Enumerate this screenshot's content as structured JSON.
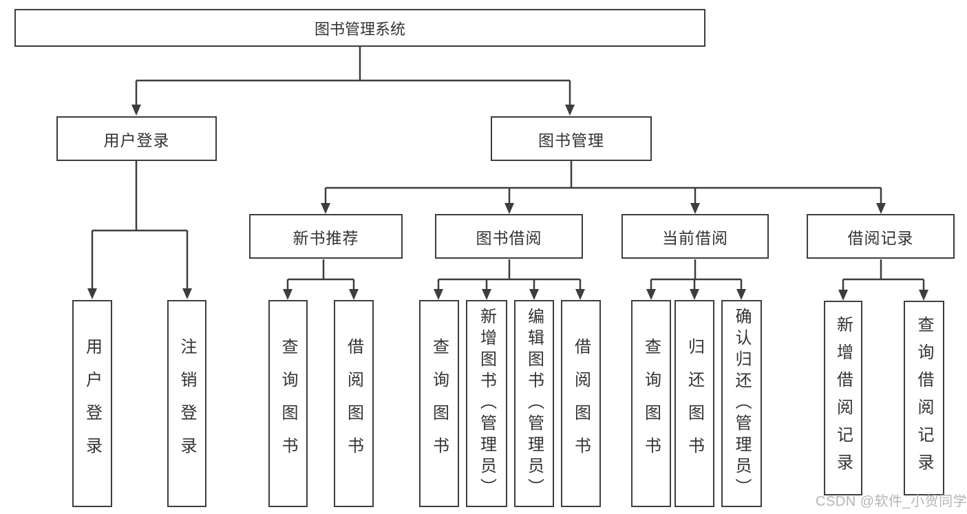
{
  "diagram": {
    "root": "图书管理系统",
    "level2": {
      "user_login": "用户登录",
      "book_mgmt": "图书管理"
    },
    "level3": {
      "new_book": "新书推荐",
      "book_borrow": "图书借阅",
      "current_borrow": "当前借阅",
      "borrow_records": "借阅记录"
    },
    "leaves": {
      "login": [
        "用户登录",
        "注销登录"
      ],
      "new_book": [
        "查询图书",
        "借阅图书"
      ],
      "book_borrow": [
        "查询图书",
        "新增图书（管理员）",
        "编辑图书（管理员）",
        "借阅图书"
      ],
      "current_borrow": [
        "查询图书",
        "归还图书",
        "确认归还（管理员）"
      ],
      "borrow_records": [
        "新增借阅记录",
        "查询借阅记录"
      ]
    }
  },
  "watermark": "CSDN @软件_小贺同学",
  "colors": {
    "line": "#3d3d3d",
    "box_border": "#3d3d3d",
    "text": "#333333",
    "watermark": "#b4b4b4",
    "background": "#ffffff"
  }
}
